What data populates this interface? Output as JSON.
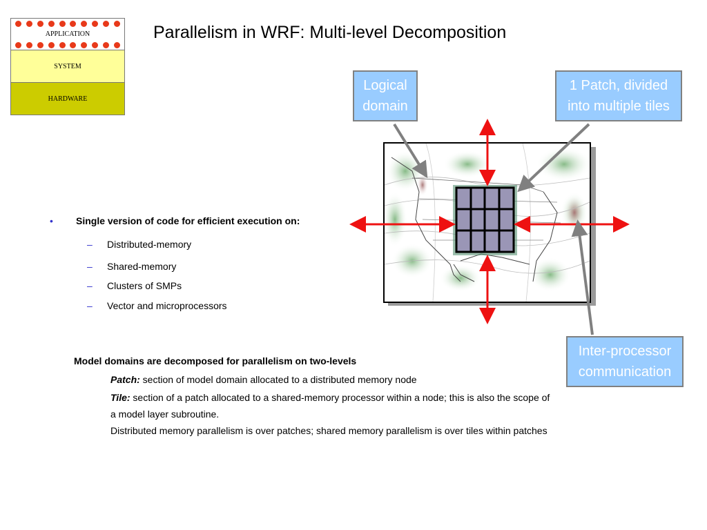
{
  "layers": {
    "application": "APPLICATION",
    "system": "SYSTEM",
    "hardware": "HARDWARE"
  },
  "title": "Parallelism in WRF: Multi-level Decomposition",
  "callouts": {
    "logical_domain": [
      "Logical",
      "domain"
    ],
    "patch_tiles": [
      "1 Patch, divided",
      "into multiple tiles"
    ],
    "inter_processor": [
      "Inter-processor",
      "communication"
    ]
  },
  "bullets": {
    "main": "Single version of code for efficient execution on:",
    "items": [
      "Distributed-memory",
      "Shared-memory",
      "Clusters of SMPs",
      "Vector and microprocessors"
    ]
  },
  "decomposition": {
    "heading": "Model domains are decomposed for parallelism on two-levels",
    "patch_term": "Patch:",
    "patch_text": " section of model domain  allocated to a distributed memory  node",
    "tile_term": "Tile:",
    "tile_text": " section of a patch allocated to a shared-memory processor within a node; this is also the scope of a model layer subroutine.",
    "summary": "Distributed memory parallelism is over patches; shared memory parallelism is over tiles within patches"
  },
  "colors": {
    "callout_fill": "#99ccff",
    "arrow_red": "#ee1111",
    "dot_red": "#e8391a",
    "system_layer": "#ffff99",
    "hardware_layer": "#cccc00",
    "tile_fill": "#9a96b6"
  },
  "icons": {
    "arrows": "double-headed-arrow",
    "connector": "pointer-line-with-arrowhead"
  }
}
